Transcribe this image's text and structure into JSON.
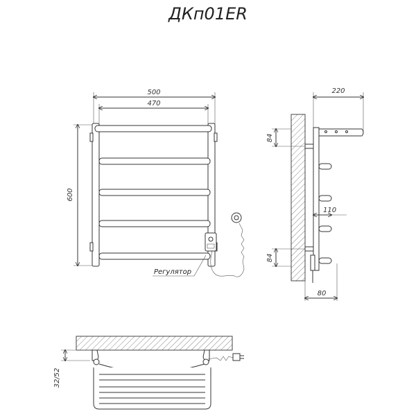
{
  "title": "ДКп01ER",
  "colors": {
    "line": "#333333",
    "hatch": "#666666",
    "background": "#ffffff"
  },
  "front_view": {
    "dim_outer_width": "500",
    "dim_inner_width": "470",
    "dim_height": "600",
    "regulator_label": "Регулятор"
  },
  "side_view": {
    "dim_depth": "220",
    "dim_top_offset": "84",
    "dim_bottom_offset": "84",
    "dim_mid_shelf": "110",
    "dim_bottom_depth": "80"
  },
  "top_view": {
    "dim_wall_gap": "32/52"
  }
}
